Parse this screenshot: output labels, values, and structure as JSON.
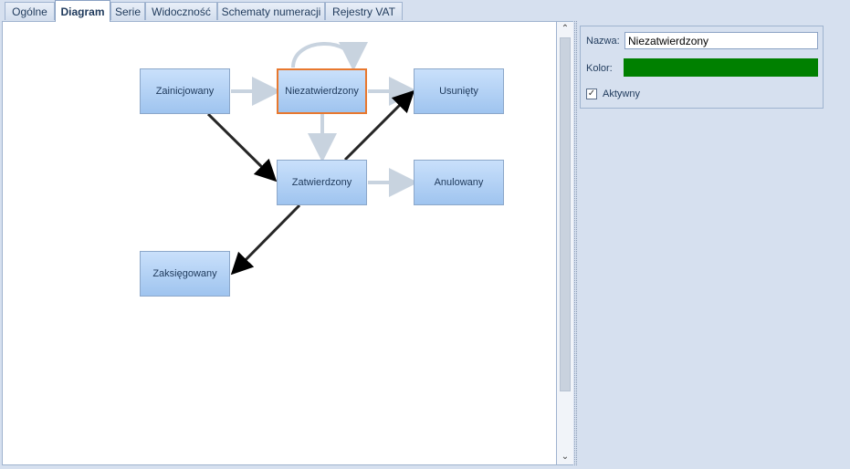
{
  "tabs": [
    {
      "label": "Ogólne"
    },
    {
      "label": "Diagram",
      "active": true
    },
    {
      "label": "Serie"
    },
    {
      "label": "Widoczność"
    },
    {
      "label": "Schematy numeracji"
    },
    {
      "label": "Rejestry VAT"
    }
  ],
  "diagram": {
    "nodes": {
      "zainicjowany": "Zainicjowany",
      "niezatwierdzony": "Niezatwierdzony",
      "usuniety": "Usunięty",
      "zatwierdzony": "Zatwierdzony",
      "anulowany": "Anulowany",
      "zaksiegowany": "Zaksięgowany"
    },
    "selected_node": "niezatwierdzony"
  },
  "properties": {
    "nazwa_label": "Nazwa:",
    "nazwa_value": "Niezatwierdzony",
    "kolor_label": "Kolor:",
    "kolor_value": "#008000",
    "aktywny_label": "Aktywny",
    "aktywny_checked": true
  },
  "colors": {
    "selection_border": "#e8782e",
    "arrow_light": "#c8d3df",
    "arrow_dark": "#000000"
  }
}
